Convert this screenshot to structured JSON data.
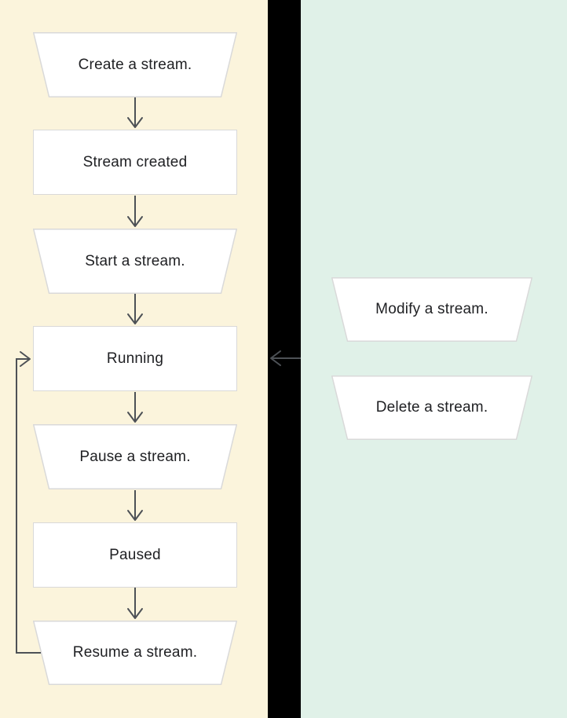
{
  "diagram": {
    "left_panel": {
      "background_color": "#fbf4dc",
      "nodes": [
        {
          "label": "Create a stream.",
          "shape": "trapezoid"
        },
        {
          "label": "Stream created",
          "shape": "rectangle"
        },
        {
          "label": "Start a stream.",
          "shape": "trapezoid"
        },
        {
          "label": "Running",
          "shape": "rectangle"
        },
        {
          "label": "Pause a stream.",
          "shape": "trapezoid"
        },
        {
          "label": "Paused",
          "shape": "rectangle"
        },
        {
          "label": "Resume a stream.",
          "shape": "trapezoid"
        }
      ]
    },
    "right_panel": {
      "background_color": "#e0f1e8",
      "nodes": [
        {
          "label": "Modify a stream.",
          "shape": "trapezoid"
        },
        {
          "label": "Delete a stream.",
          "shape": "trapezoid"
        }
      ]
    },
    "connectors": [
      {
        "from": "Create a stream.",
        "to": "Stream created",
        "style": "arrow-down"
      },
      {
        "from": "Stream created",
        "to": "Start a stream.",
        "style": "arrow-down"
      },
      {
        "from": "Start a stream.",
        "to": "Running",
        "style": "arrow-down"
      },
      {
        "from": "Running",
        "to": "Pause a stream.",
        "style": "arrow-down"
      },
      {
        "from": "Pause a stream.",
        "to": "Paused",
        "style": "arrow-down"
      },
      {
        "from": "Paused",
        "to": "Resume a stream.",
        "style": "arrow-down"
      },
      {
        "from": "Resume a stream.",
        "to": "Running",
        "style": "loop-back-left"
      },
      {
        "from": "right-panel",
        "to": "Running",
        "style": "arrow-left"
      }
    ],
    "colors": {
      "divider": "#000000",
      "left_background": "#fbf4dc",
      "right_background": "#e0f1e8",
      "shape_fill": "#ffffff",
      "shape_border": "#d9d9d9",
      "arrow": "#4d5156",
      "text": "#202124"
    }
  }
}
